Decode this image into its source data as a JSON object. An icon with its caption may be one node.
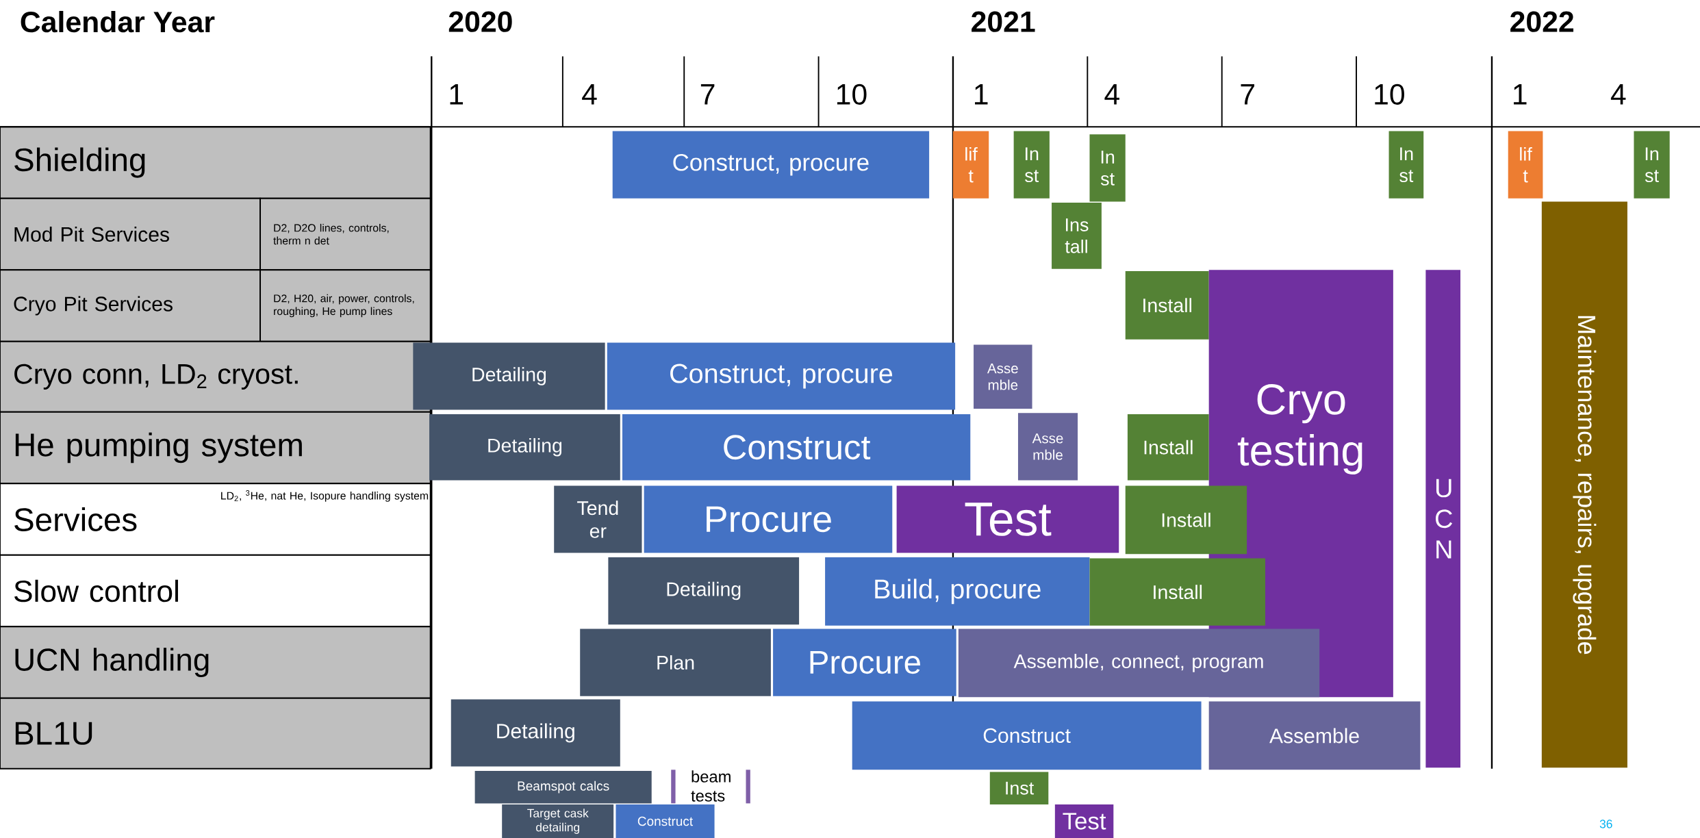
{
  "diagram": {
    "nodes": [
      {
        "text": [
          "Shielding"
        ]
      },
      {
        "text": [
          "Mod Pit Services"
        ]
      },
      {
        "text": [
          "D2, D2O lines, controls, therm n det"
        ]
      },
      {
        "text": [
          "Cryo Pit Services"
        ]
      },
      {
        "text": [
          "D2, H20, air, power, controls, roughing, He pump lines"
        ]
      },
      {
        "text": [
          "Cryo conn, LD$_{2}$ cryost."
        ]
      },
      {
        "text": [
          "He pumping system"
        ]
      },
      {
        "text": [
          "Services",
          "LD$_{2}$, $^{3}$He, nat He, Isopure handling system"
        ]
      },
      {
        "text": [
          "Slow control"
        ]
      },
      {
        "text": [
          "UCN handling"
        ]
      },
      {
        "text": [
          "BL1U"
        ]
      },
      {
        "text": [
          "Construct, procure"
        ]
      },
      {
        "text": [
          "lif t"
        ]
      },
      {
        "text": [
          "In st"
        ]
      },
      {
        "text": [
          "In st"
        ]
      },
      {
        "text": [
          "In st"
        ]
      },
      {
        "text": [
          "lif t"
        ]
      },
      {
        "text": [
          "In st"
        ]
      },
      {
        "text": [
          "Ins tall"
        ]
      },
      {
        "text": [
          "Maintenance, repairs, upgrade"
        ]
      },
      {
        "text": [
          "Install"
        ]
      },
      {
        "text": [
          "Cryo testing"
        ]
      },
      {
        "text": [
          "U C N"
        ]
      },
      {
        "text": [
          "Detailing"
        ]
      },
      {
        "text": [
          "Construct, procure"
        ]
      },
      {
        "text": [
          "Asse mble"
        ]
      },
      {
        "text": [
          "Detailing"
        ]
      },
      {
        "text": [
          "Construct"
        ]
      },
      {
        "text": [
          "Asse mble"
        ]
      },
      {
        "text": [
          "Install"
        ]
      },
      {
        "text": [
          "Tend er"
        ]
      },
      {
        "text": [
          "Procure"
        ]
      },
      {
        "text": [
          "Test"
        ]
      },
      {
        "text": [
          "Install"
        ]
      },
      {
        "text": [
          "Detailing"
        ]
      },
      {
        "text": [
          "Build, procure"
        ]
      },
      {
        "text": [
          "Install"
        ]
      },
      {
        "text": [
          "Plan"
        ]
      },
      {
        "text": [
          "Procure"
        ]
      },
      {
        "text": [
          "Assemble, connect, program"
        ]
      },
      {
        "text": [
          "Detailing"
        ]
      },
      {
        "text": [
          "Construct"
        ]
      },
      {
        "text": [
          "Assemble"
        ]
      },
      {
        "text": [
          "Beamspot calcs"
        ]
      },
      {
        "text": [
          "Target cask detailing"
        ]
      },
      {
        "text": [
          "Construct"
        ]
      },
      {
        "text": [
          "Inst"
        ]
      },
      {
        "text": [
          "Test"
        ]
      }
    ],
    "labels": [
      "Calendar Year",
      "2020",
      "2021",
      "2022",
      "1",
      "4",
      "7",
      "10",
      "1",
      "4",
      "7",
      "10",
      "1",
      "4",
      "beam tests",
      "36"
    ]
  }
}
